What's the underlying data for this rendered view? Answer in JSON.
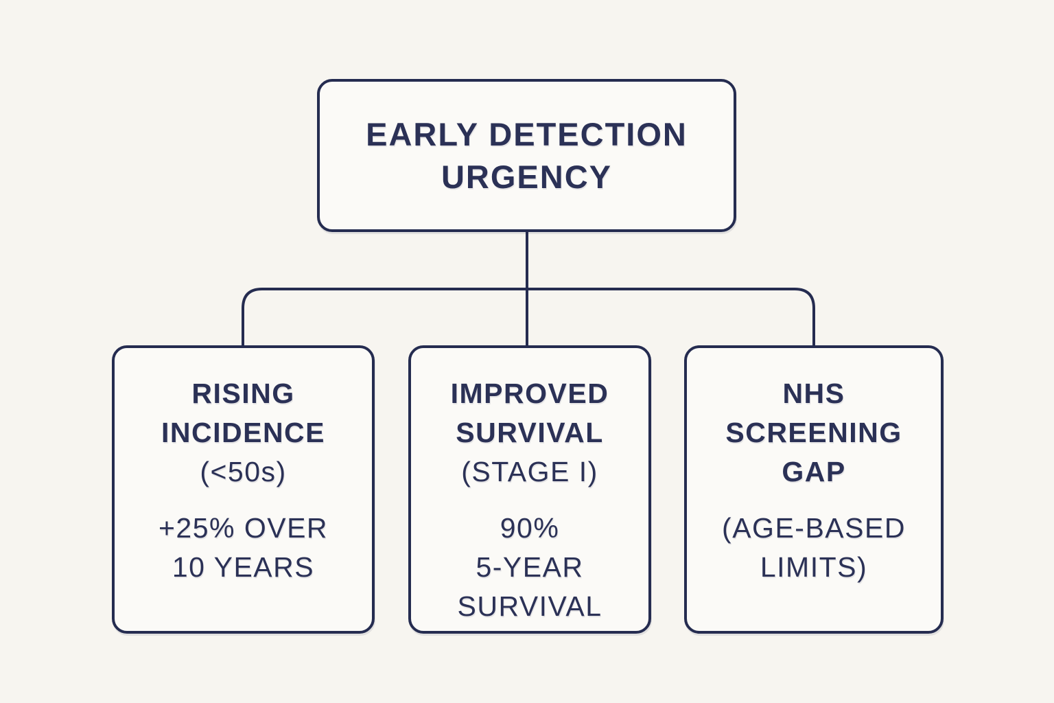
{
  "colors": {
    "background": "#f7f5f0",
    "box_fill": "#fbfaf7",
    "ink": "#2b3156",
    "line": "#252c50"
  },
  "diagram": {
    "root": {
      "title_line1": "EARLY DETECTION",
      "title_line2": "URGENCY"
    },
    "children": [
      {
        "id": "rising-incidence",
        "heading_line1": "RISING",
        "heading_line2": "INCIDENCE",
        "qualifier": "(<50s)",
        "detail_line1": "+25% OVER",
        "detail_line2": "10 YEARS"
      },
      {
        "id": "improved-survival",
        "heading_line1": "IMPROVED",
        "heading_line2": "SURVIVAL",
        "qualifier": "(STAGE I)",
        "detail_line1": "90%",
        "detail_line2": "5-YEAR",
        "detail_line3": "SURVIVAL"
      },
      {
        "id": "nhs-screening-gap",
        "heading_line1": "NHS",
        "heading_line2": "SCREENING",
        "heading_line3": "GAP",
        "detail_line1": "(AGE-BASED",
        "detail_line2": "LIMITS)"
      }
    ]
  }
}
